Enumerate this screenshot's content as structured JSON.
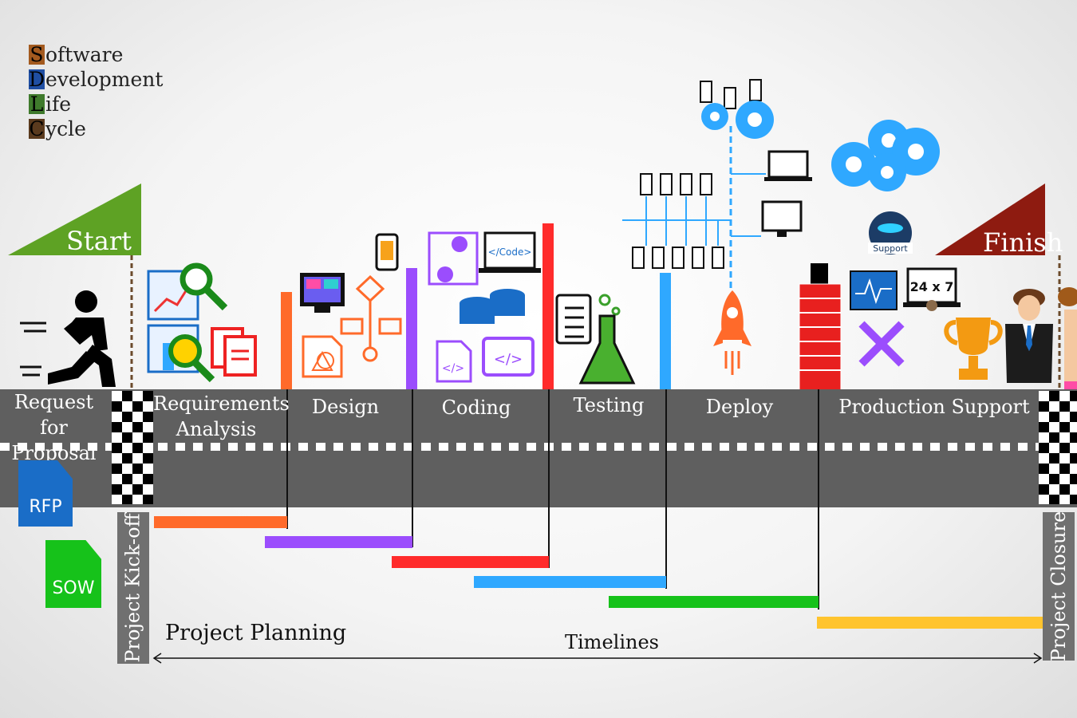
{
  "acronym": [
    {
      "letter": "S",
      "rest": "oftware",
      "color": "#a35a1f"
    },
    {
      "letter": "D",
      "rest": "evelopment",
      "color": "#1f4ea3"
    },
    {
      "letter": "L",
      "rest": "ife",
      "color": "#3f7a2c"
    },
    {
      "letter": "C",
      "rest": "ycle",
      "color": "#5a3a1e"
    }
  ],
  "flags": {
    "start": "Start",
    "finish": "Finish"
  },
  "phases": [
    {
      "line1": "Request for",
      "line2": "Proposal"
    },
    {
      "line1": "Requirements",
      "line2": "Analysis"
    },
    {
      "line1": "Design",
      "line2": ""
    },
    {
      "line1": "Coding",
      "line2": ""
    },
    {
      "line1": "Testing",
      "line2": ""
    },
    {
      "line1": "Deploy",
      "line2": ""
    },
    {
      "line1": "Production Support",
      "line2": ""
    }
  ],
  "documents": {
    "rfp": "RFP",
    "sow": "SOW"
  },
  "milestones": {
    "kickoff": "Project Kick-off",
    "closure": "Project Closure"
  },
  "labels": {
    "planning": "Project Planning",
    "timelines": "Timelines"
  },
  "icon_labels": {
    "code": "</Code>",
    "support": "Support",
    "hours": "24 x 7"
  },
  "timeline_colors": [
    "#ff6a2a",
    "#9b4dfd",
    "#ff2b2b",
    "#2fa8ff",
    "#16c21a",
    "#ffc42e"
  ]
}
